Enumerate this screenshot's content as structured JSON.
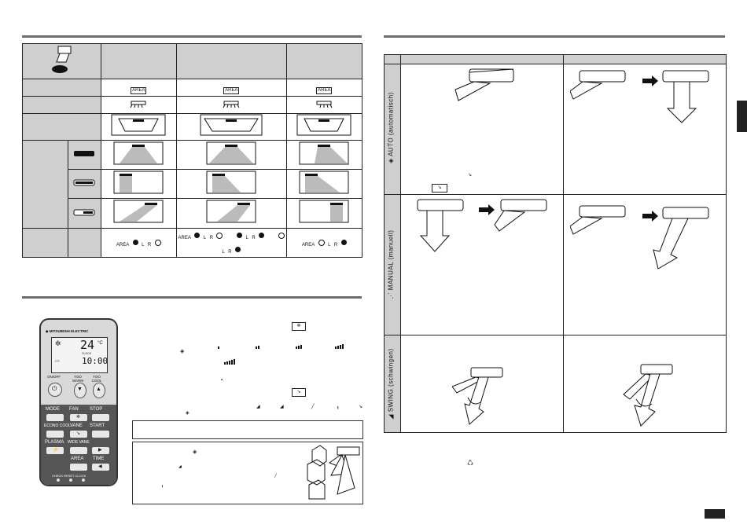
{
  "remote": {
    "brand": "MITSUBISHI ELECTRIC",
    "temperature": "24",
    "temp_unit": "°C",
    "clock_label": "CLOCK",
    "clock": "10:00",
    "labels": {
      "on_off": "ON/OFF",
      "too_warm": "TOO WARM",
      "too_cool": "TOO COOL",
      "mode": "MODE",
      "fan": "FAN",
      "stop": "STOP",
      "econo_cool": "ECONO COOL",
      "vane": "VANE",
      "start": "START",
      "plasma": "PLASMA",
      "wide_vane": "WIDE VANE",
      "area": "AREA",
      "time": "TIME",
      "bottom_row": "CHECK  RESET  CLOCK"
    }
  },
  "area_grid": {
    "area_icon_text": "AREA",
    "selector_l": "L",
    "selector_r": "R"
  },
  "vane_panel": {
    "rows": [
      {
        "label": "AUTO (automatisch)"
      },
      {
        "label": "MANUAL (manuell)"
      },
      {
        "label": "SWING (schwingen)"
      }
    ]
  },
  "page_tab": {
    "color": "#222222"
  },
  "page_number_box": {
    "color": "#222222"
  }
}
